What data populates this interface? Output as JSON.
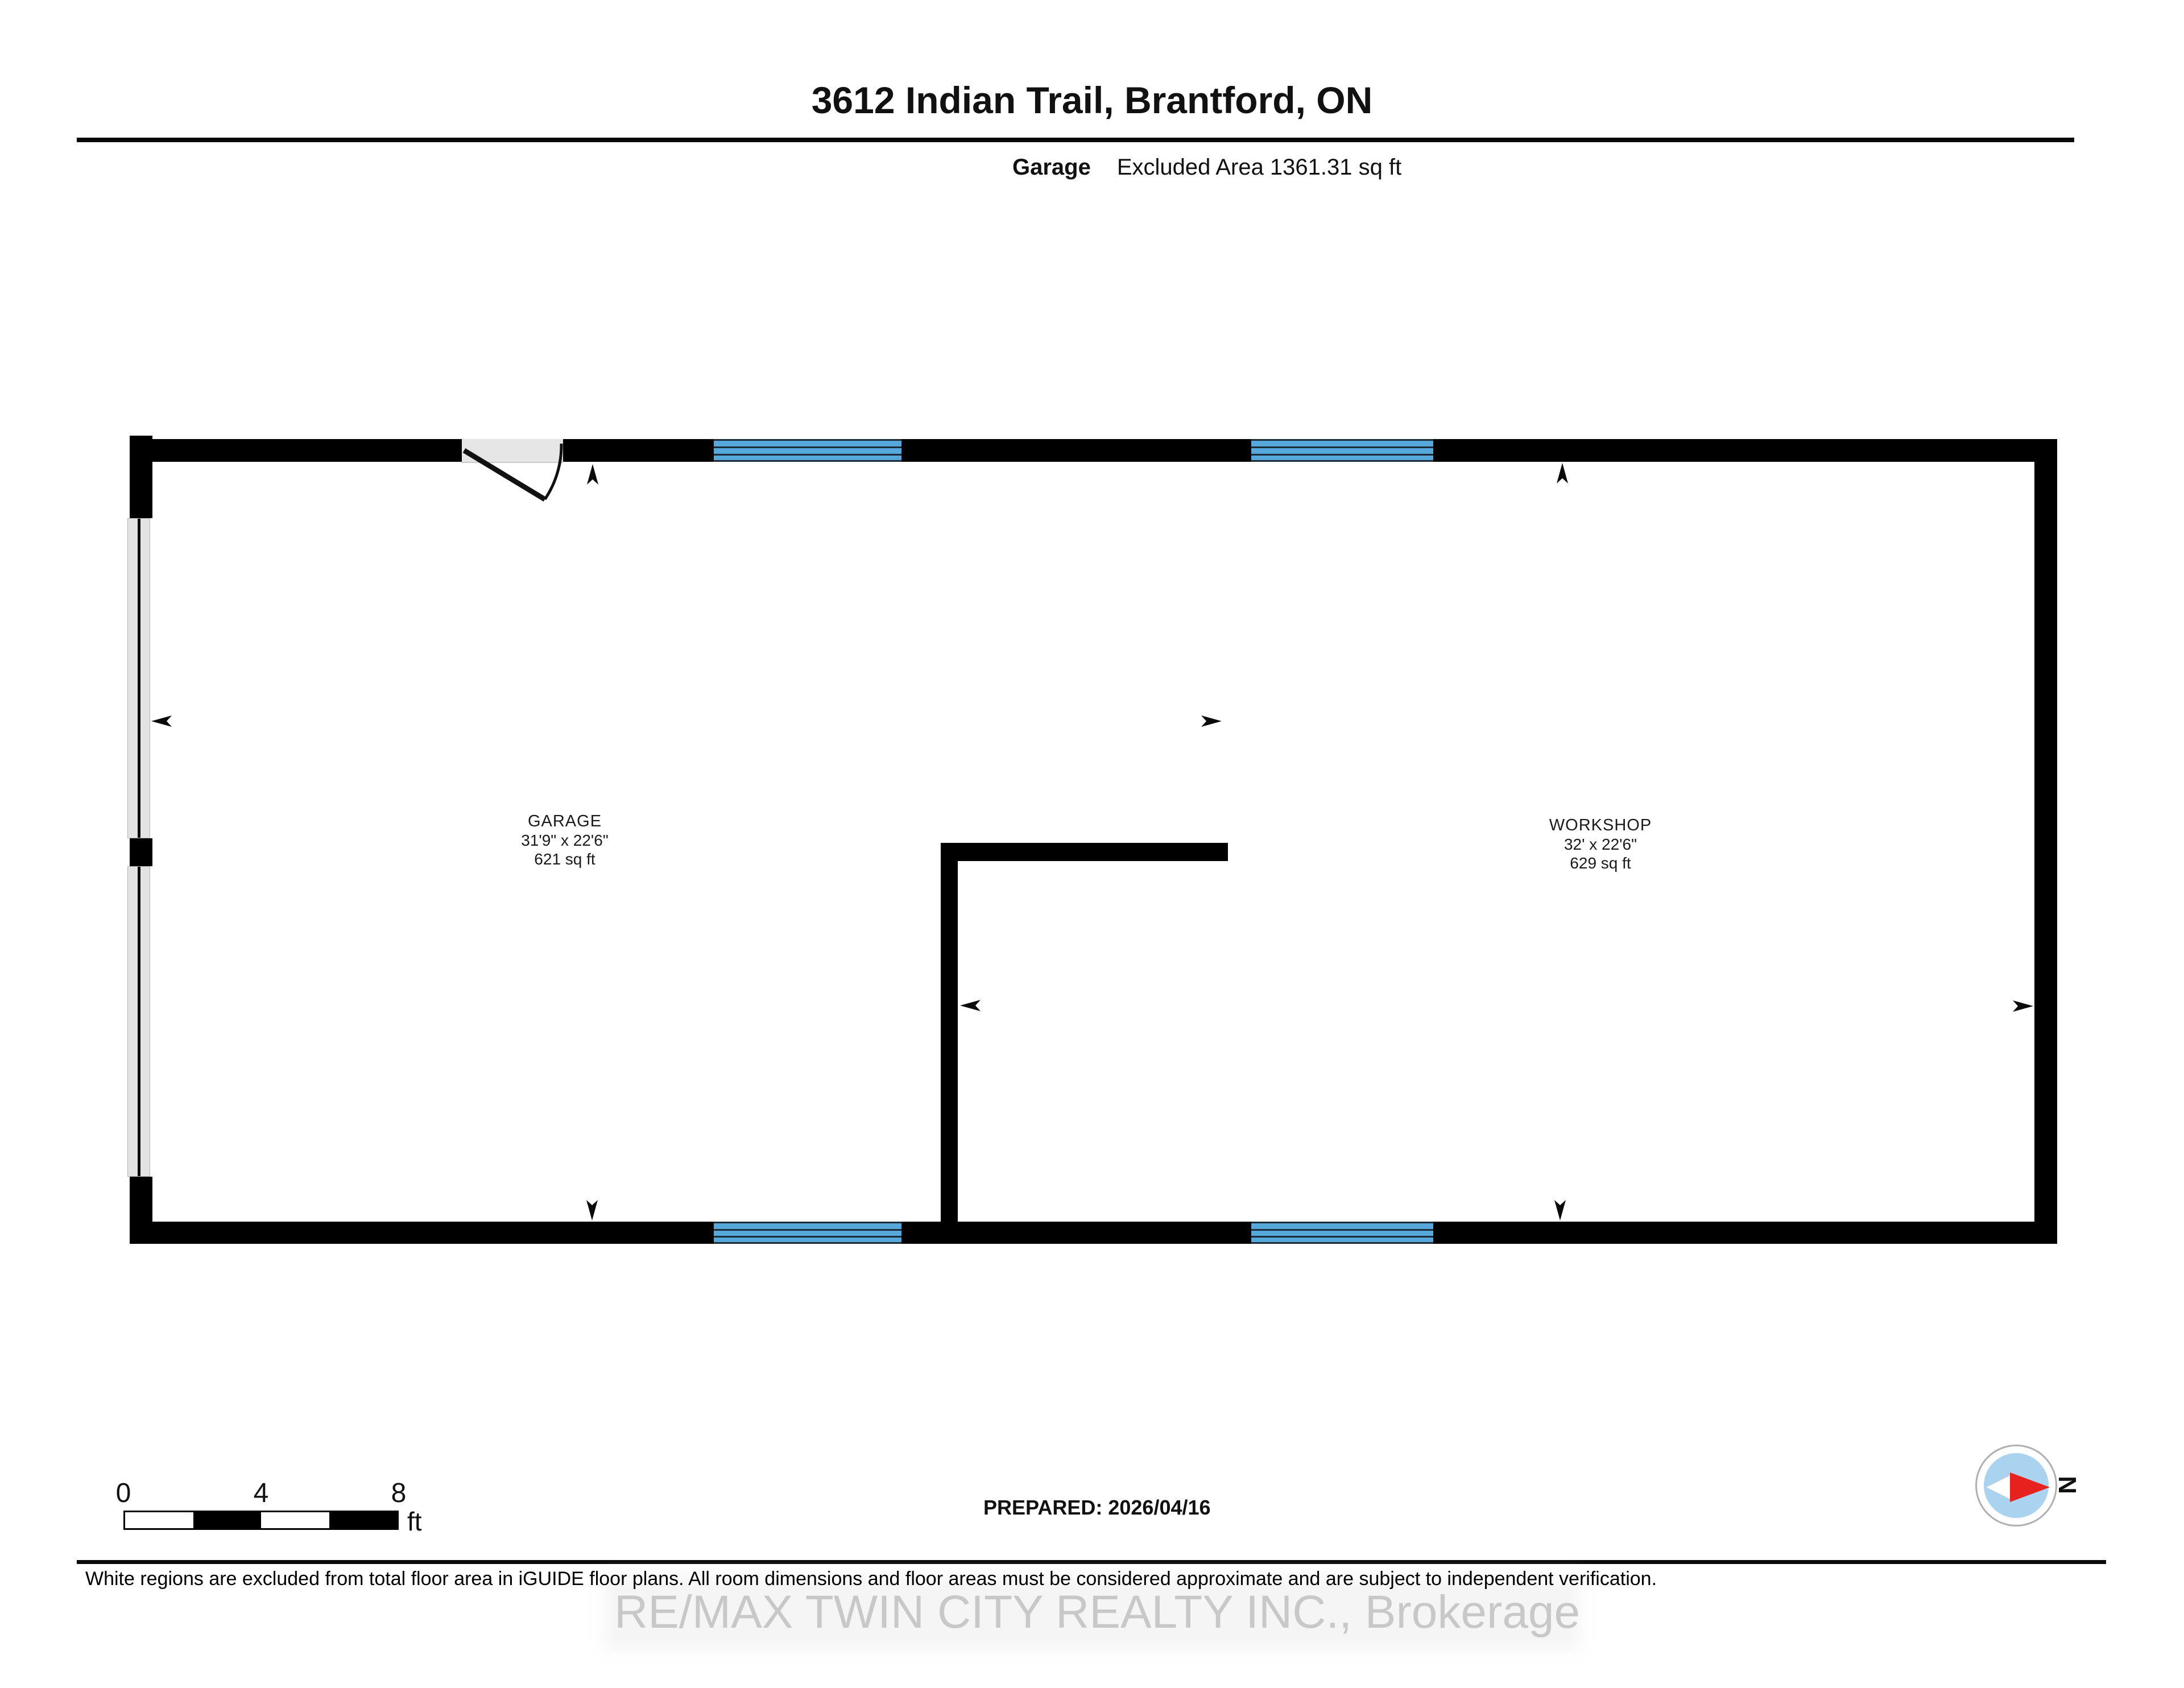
{
  "header": {
    "title": "3612 Indian Trail, Brantford, ON",
    "floor_label": "Garage",
    "excluded_area": "Excluded Area 1361.31 sq ft"
  },
  "rooms": [
    {
      "name": "GARAGE",
      "dimensions": "31'9\" x 22'6\"",
      "area": "621 sq ft"
    },
    {
      "name": "WORKSHOP",
      "dimensions": "32' x 22'6\"",
      "area": "629 sq ft"
    }
  ],
  "scale_bar": {
    "labels": [
      "0",
      "4",
      "8"
    ],
    "unit": "ft"
  },
  "footer": {
    "prepared": "PREPARED: 2026/04/16",
    "disclaimer": "White regions are excluded from total floor area in iGUIDE floor plans. All room dimensions and floor areas must be considered approximate and are subject to independent verification.",
    "watermark": "RE/MAX TWIN CITY REALTY INC., Brokerage"
  },
  "compass": {
    "north_label": "N"
  },
  "colors": {
    "wall": "#000000",
    "window_blue": "#57a8da",
    "window_line": "#1c2b36",
    "garage_door_gray": "#e3e3e3",
    "door_fill": "#e6e6e6",
    "compass_blue": "#a9d3ef",
    "compass_red": "#e6211e",
    "watermark_gray": "#c8c8c8"
  }
}
